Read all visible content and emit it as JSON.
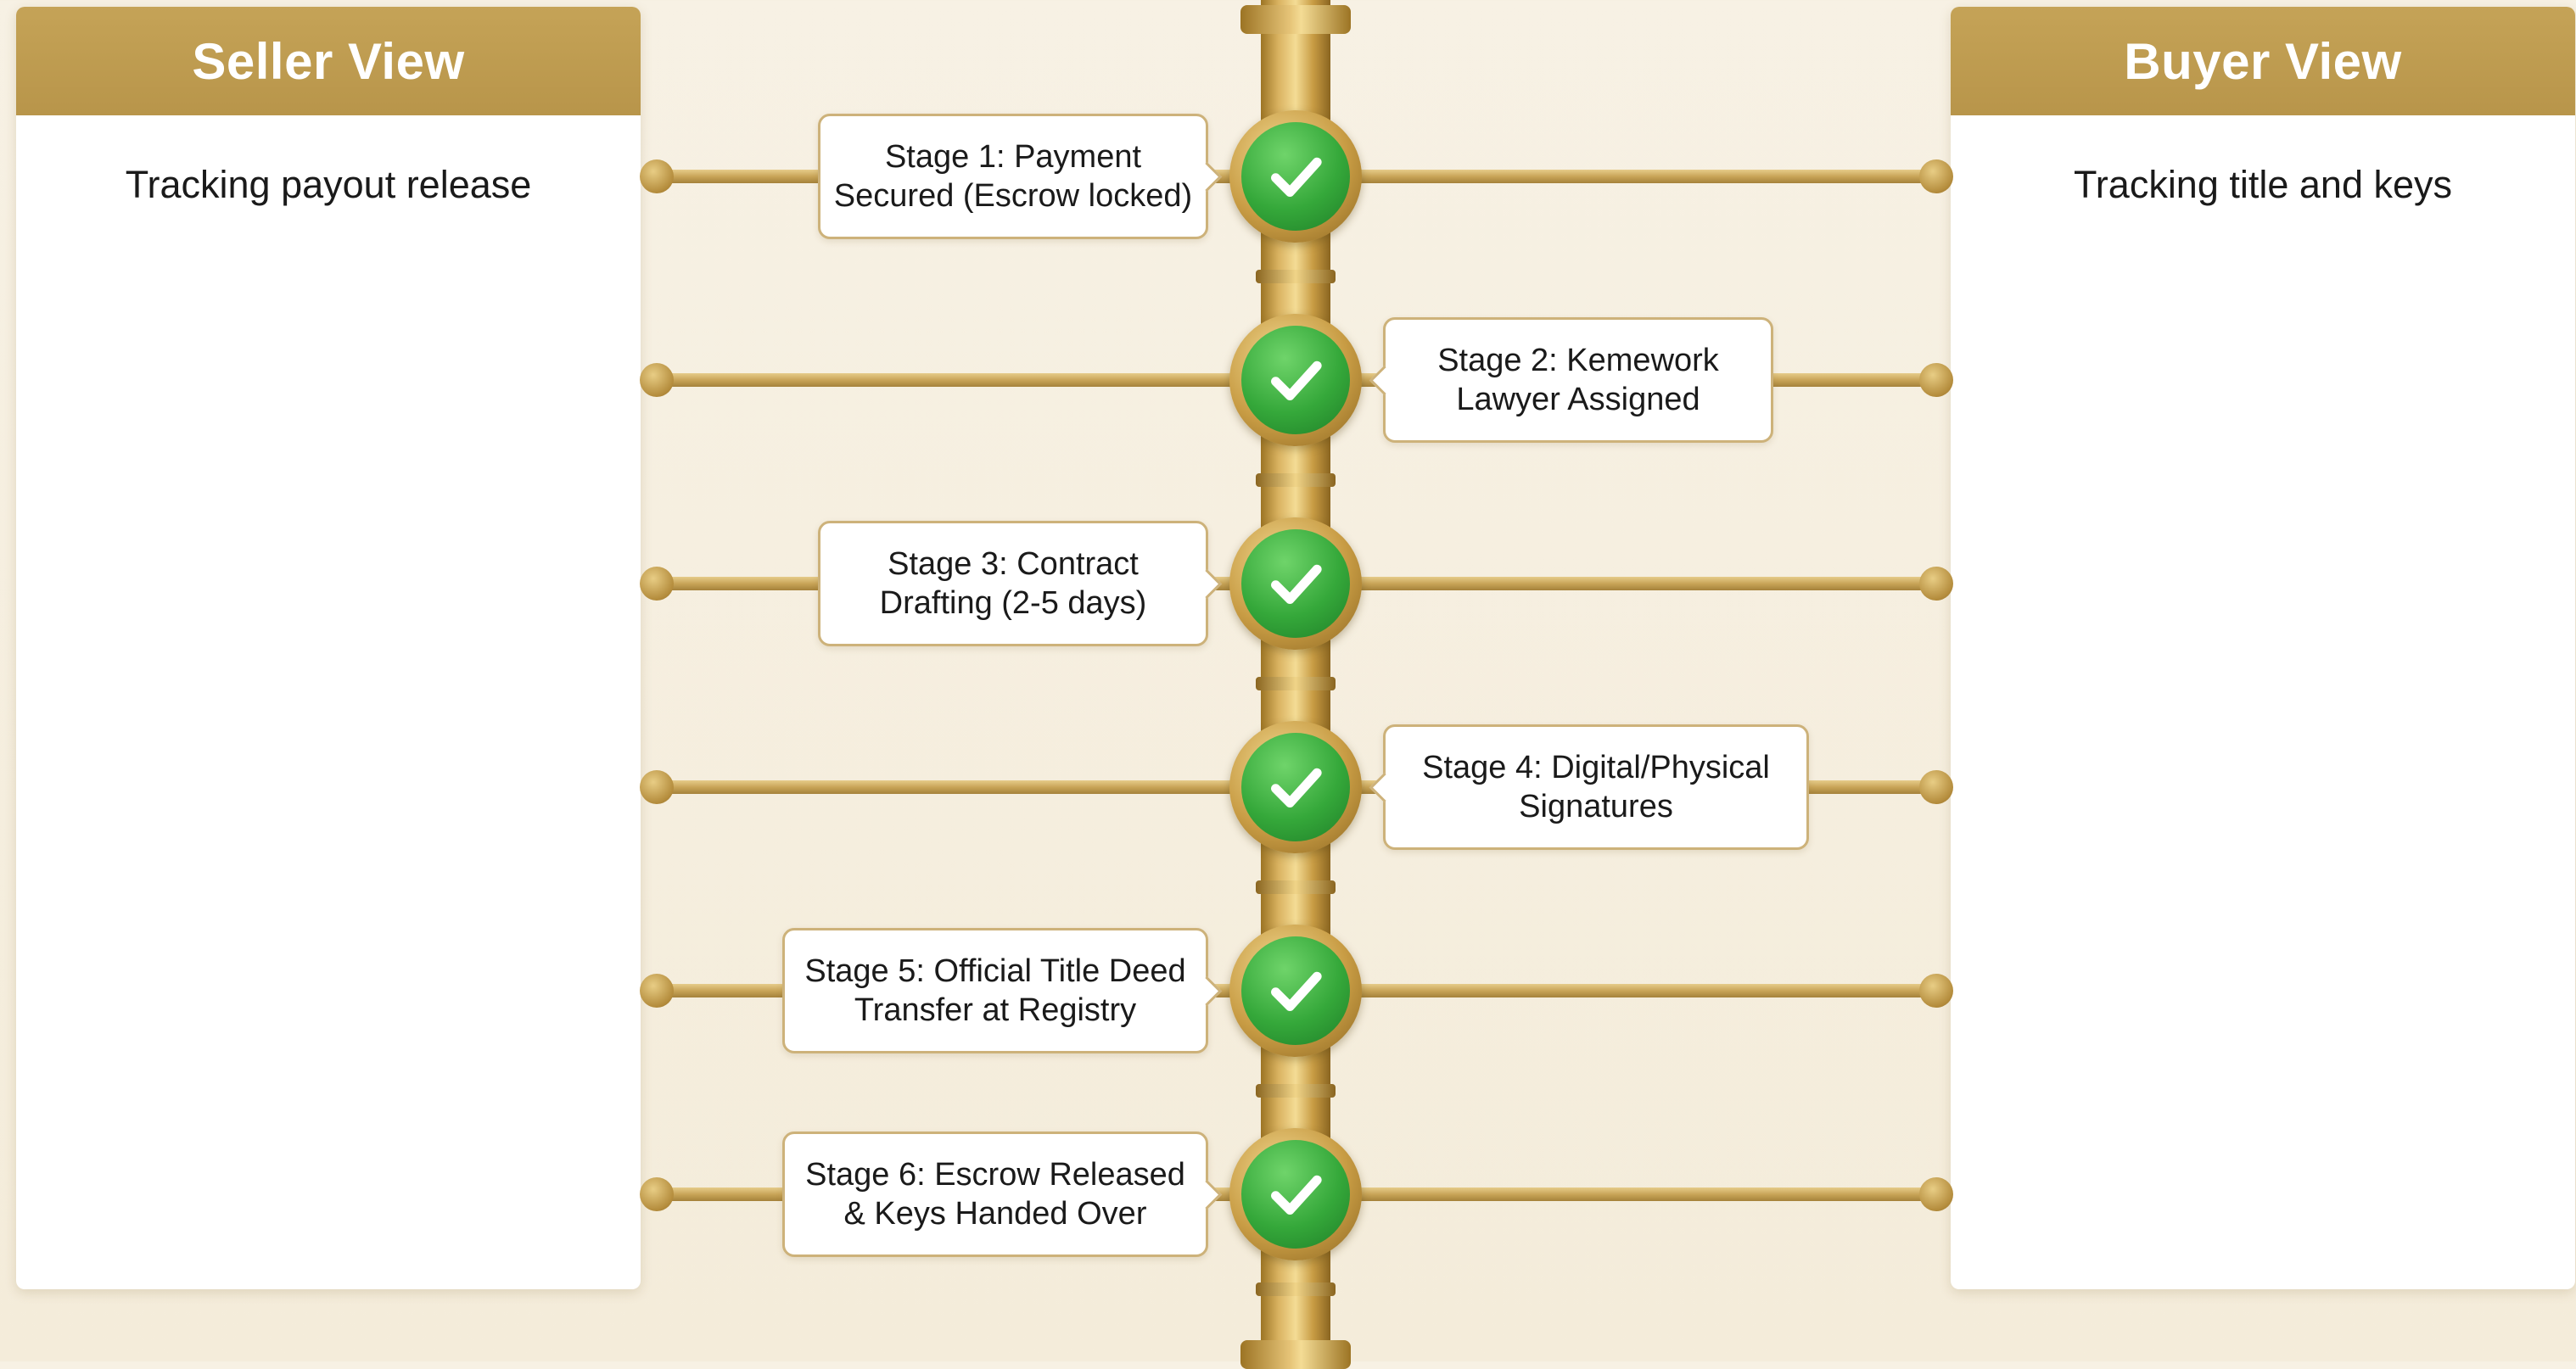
{
  "seller_panel": {
    "title": "Seller View",
    "subtitle": "Tracking payout release"
  },
  "buyer_panel": {
    "title": "Buyer View",
    "subtitle": "Tracking title and keys"
  },
  "stages": [
    {
      "label": "Stage 1: Payment Secured (Escrow locked)",
      "side": "left",
      "status": "complete"
    },
    {
      "label": "Stage 2: Kemework Lawyer Assigned",
      "side": "right",
      "status": "complete"
    },
    {
      "label": "Stage 3: Contract Drafting (2-5 days)",
      "side": "left",
      "status": "complete"
    },
    {
      "label": "Stage 4: Digital/Physical Signatures",
      "side": "right",
      "status": "complete"
    },
    {
      "label": "Stage 5: Official Title Deed Transfer at Registry",
      "side": "left",
      "status": "complete"
    },
    {
      "label": "Stage 6: Escrow Released & Keys Handed Over",
      "side": "left",
      "status": "complete"
    }
  ],
  "icons": {
    "status": "checkmark-icon"
  },
  "colors": {
    "gold": "#b8954a",
    "check_green": "#35a83a",
    "background": "#f6efe0"
  }
}
